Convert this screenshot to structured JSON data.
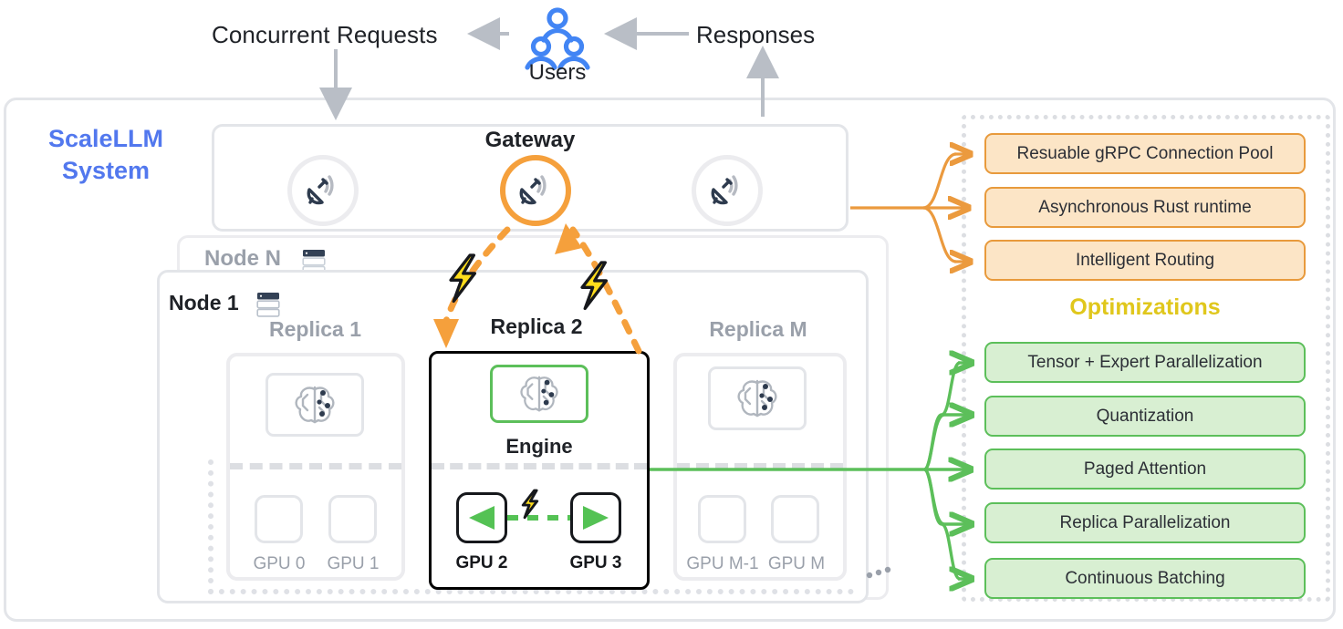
{
  "top": {
    "concurrent_requests_label": "Concurrent Requests",
    "responses_label": "Responses",
    "users_label": "Users",
    "users_icon": "users-group-icon"
  },
  "system": {
    "title": "ScaleLLM\nSystem",
    "title_line1": "ScaleLLM",
    "title_line2": "System",
    "accent_color": "#5278ee"
  },
  "gateway": {
    "label": "Gateway",
    "nodes": [
      {
        "name": "gateway-node-1",
        "icon": "satellite-dish-icon",
        "active": false
      },
      {
        "name": "gateway-node-2",
        "icon": "satellite-dish-icon",
        "active": true
      },
      {
        "name": "gateway-node-3",
        "icon": "satellite-dish-icon",
        "active": false
      }
    ],
    "active_color": "#f5a03c"
  },
  "nodes": {
    "node_n_label": "Node N",
    "node_1_label": "Node 1",
    "server_icon": "server-rack-icon",
    "ellipsis": "•••"
  },
  "replicas": [
    {
      "title": "Replica 1",
      "active": false,
      "engine_icon": "brain-chip-icon",
      "engine_label": "",
      "gpus": [
        {
          "label": "GPU 0"
        },
        {
          "label": "GPU 1"
        }
      ]
    },
    {
      "title": "Replica 2",
      "active": true,
      "engine_icon": "brain-chip-icon",
      "engine_label": "Engine",
      "gpus": [
        {
          "label": "GPU 2",
          "icon": "triangle-left-icon"
        },
        {
          "label": "GPU 3",
          "icon": "triangle-right-icon"
        }
      ],
      "link_icon": "lightning-bolt-icon"
    },
    {
      "title": "Replica M",
      "active": false,
      "engine_icon": "brain-chip-icon",
      "engine_label": "",
      "gpus": [
        {
          "label": "GPU M-1"
        },
        {
          "label": "GPU M"
        }
      ]
    }
  ],
  "optimizations": {
    "heading": "Optimizations",
    "heading_color": "#e0c71c",
    "gateway_items": [
      {
        "label": "Resuable gRPC Connection Pool"
      },
      {
        "label": "Asynchronous Rust runtime"
      },
      {
        "label": "Intelligent Routing"
      }
    ],
    "engine_items": [
      {
        "label": "Tensor + Expert Parallelization"
      },
      {
        "label": "Quantization"
      },
      {
        "label": "Paged Attention"
      },
      {
        "label": "Replica Parallelization"
      },
      {
        "label": "Continuous Batching"
      }
    ],
    "orange_border": "#e89a3c",
    "orange_fill": "#fce5c6",
    "green_border": "#5cbf5a",
    "green_fill": "#d8efd2"
  }
}
